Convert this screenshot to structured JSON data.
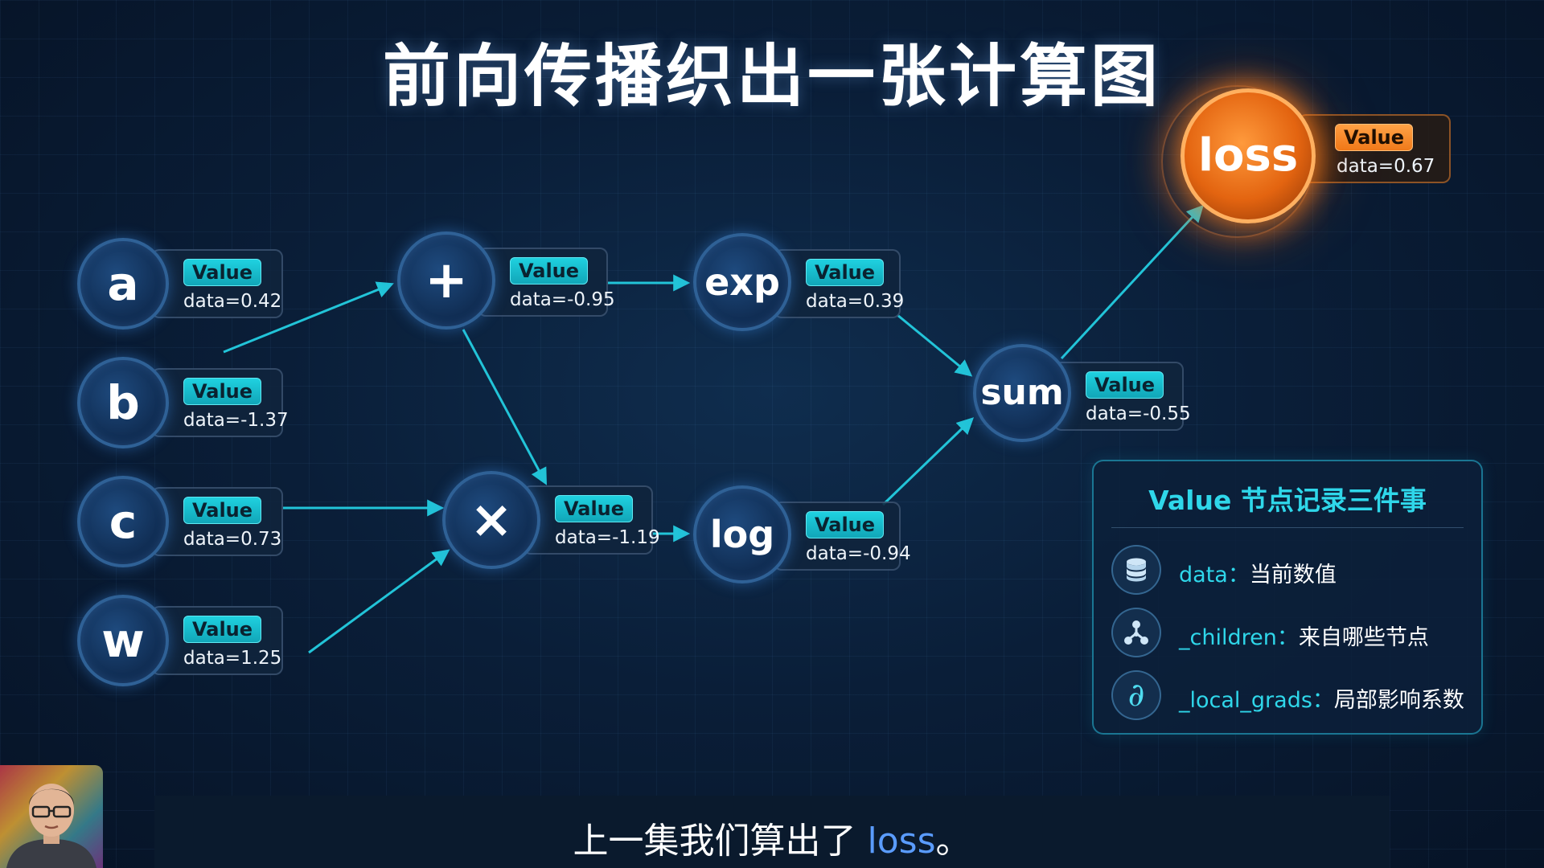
{
  "title": "前向传播织出一张计算图",
  "value_badge": "Value",
  "nodes": {
    "a": {
      "label": "a",
      "data": "data=0.42"
    },
    "b": {
      "label": "b",
      "data": "data=-1.37"
    },
    "c": {
      "label": "c",
      "data": "data=0.73"
    },
    "w": {
      "label": "w",
      "data": "data=1.25"
    },
    "add": {
      "label": "+",
      "data": "data=-0.95"
    },
    "mul": {
      "label": "×",
      "data": "data=-1.19"
    },
    "exp": {
      "label": "exp",
      "data": "data=0.39"
    },
    "log": {
      "label": "log",
      "data": "data=-0.94"
    },
    "sum": {
      "label": "sum",
      "data": "data=-0.55"
    },
    "loss": {
      "label": "loss",
      "data": "data=0.67"
    }
  },
  "info_panel": {
    "title": "Value 节点记录三件事",
    "items": [
      {
        "key": "data",
        "sep": "：",
        "desc": "当前数值",
        "icon": "database-icon"
      },
      {
        "key": "_children",
        "sep": "：",
        "desc": "来自哪些节点",
        "icon": "tree-icon"
      },
      {
        "key": "_local_grads",
        "sep": "：",
        "desc": "局部影响系数",
        "icon": "partial-derivative-icon"
      }
    ]
  },
  "subtitle": {
    "prefix": "上一集我们算出了 ",
    "highlight": "loss",
    "suffix": "。"
  },
  "colors": {
    "accent": "#2fd7ea",
    "edge": "#22c4d8",
    "loss": "#f07a1a",
    "highlight": "#5a9cff"
  }
}
